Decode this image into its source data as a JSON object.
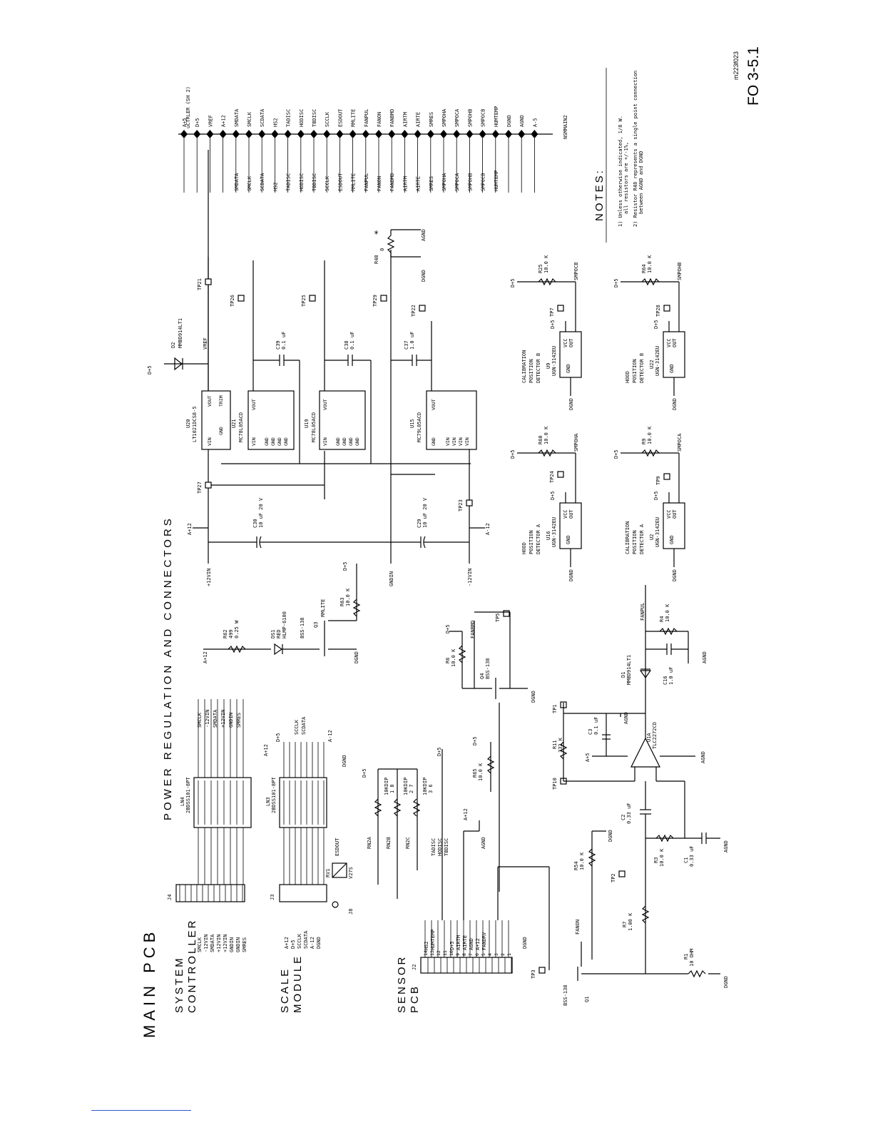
{
  "sheet": {
    "title": "POWER REGULATION AND CONNECTORS",
    "doc_id": "m223f023",
    "figure": "FO 3-5.1"
  },
  "left_titles": {
    "main": "MAIN PCB",
    "system_controller": [
      "SYSTEM",
      "CONTROLLER"
    ],
    "scale_module": [
      "SCALE",
      "MODULE"
    ],
    "sensor_pcb": [
      "SENSOR",
      "PCB"
    ]
  },
  "notes": {
    "heading": "NOTES:",
    "note1a": "1) Unless otherwise indicated,  1/8  W.",
    "note1b": "all resistors are +/-1%,",
    "note2a": "2) Resistor R48 represents a single point connection",
    "note2b": "between AGND and DGND"
  },
  "ctrl_connector": {
    "ref": "uCTRLER (SH 2)",
    "part": "NSMMAIN2",
    "pins": [
      "A+5",
      "D+5",
      "VREF",
      "A+12",
      "SMDATA",
      "SMCLK",
      "SCDATA",
      "HS2",
      "TADISC",
      "HODISC",
      "TBDISC",
      "SCCLK",
      "ESDOUT",
      "RMLITE",
      "FANPUL",
      "FANON",
      "FANBMD",
      "AIRTM",
      "AIRTE",
      "SMRES",
      "SMPOHA",
      "SMPOCA",
      "SMPOHB",
      "SMPOCB",
      "HUMTEMP",
      "DGND",
      "AGND",
      "A-5"
    ]
  },
  "regulators": [
    {
      "ref": "U20",
      "part": "LT1021DCS8-5",
      "pins": [
        "VIN",
        "GND",
        "VOUT",
        "TRIM"
      ]
    },
    {
      "ref": "U21",
      "part": "MC78L05ACD",
      "pins": [
        "VIN",
        "GND",
        "GND",
        "GND",
        "GND",
        "VOUT"
      ]
    },
    {
      "ref": "U19",
      "part": "MC78L05ACD",
      "pins": [
        "VIN",
        "GND",
        "GND",
        "GND",
        "GND",
        "VOUT"
      ]
    },
    {
      "ref": "U15",
      "part": "MC79L05ACD",
      "pins": [
        "VIN",
        "VIN",
        "VIN",
        "VIN",
        "GND",
        "VOUT"
      ]
    }
  ],
  "caps": [
    {
      "ref": "C39",
      "value": "0.1 uF"
    },
    {
      "ref": "C38",
      "value": "0.1 uF"
    },
    {
      "ref": "C37",
      "value": "1.0 uF"
    },
    {
      "ref": "C30",
      "value": "10 uF 20 V"
    },
    {
      "ref": "C29",
      "value": "10 uF 20 V"
    }
  ],
  "rails": {
    "p12": "+12VIN",
    "gnd": "GNDIN",
    "m12": "-12VIN",
    "a12": "A+12",
    "am12": "A-12",
    "vref": "VREF",
    "dp5": "D+5",
    "ap5": "A+5",
    "am5": "A-5",
    "agnd": "AGND",
    "dgnd": "DGND"
  },
  "testpoints": [
    "TP21",
    "TP26",
    "TP25",
    "TP29",
    "TP22",
    "TP27",
    "TP23",
    "TP24",
    "TP7",
    "TP9",
    "TP28",
    "TP5",
    "TP1",
    "TP10",
    "TP2",
    "TP3"
  ],
  "d2": {
    "ref": "D2",
    "part": "MMBD914LT1"
  },
  "r48": {
    "ref": "R48",
    "value": "0",
    "mark": "*"
  },
  "hall": [
    {
      "title": [
        "CALIBRATION",
        "POSITION",
        "DETECTOR B"
      ],
      "ref": "U9",
      "part": "UGN-3142EU",
      "res": "R25",
      "rval": "10.0 K",
      "tp": "TP7",
      "sig": "SMPOCB"
    },
    {
      "title": [
        "HOOD",
        "POSITION",
        "DETECTOR B"
      ],
      "ref": "U22",
      "part": "UGN-3142EU",
      "res": "R64",
      "rval": "10.0 K",
      "tp": "TP28",
      "sig": "SMPOHB"
    },
    {
      "title": [
        "HOOD",
        "POSITION",
        "DETECTOR A"
      ],
      "ref": "U16",
      "part": "UGN-3142EU",
      "res": "R60",
      "rval": "10.0 K",
      "tp": "TP24",
      "sig": "SMPOHA"
    },
    {
      "title": [
        "CALIBRATION",
        "POSITION",
        "DETECTOR A"
      ],
      "ref": "U2",
      "part": "UGN-3142EU",
      "res": "R9",
      "rval": "10.0 K",
      "tp": "TP9",
      "sig": "SMPOCA"
    }
  ],
  "hall_pins": {
    "vcc": "VCC",
    "out": "OUT",
    "gnd": "GND"
  },
  "led_section": {
    "r62": "R62",
    "r62v": "499",
    "r62w": "0.25 W",
    "ds1": "DS1",
    "ds1c": "RED",
    "ds1p": "HLMP-6100",
    "q3": "Q3",
    "q3p": "BSS-138",
    "sig": "RMLITE",
    "r63": "R63",
    "r63v": "10.0 K"
  },
  "fan_section": {
    "r6": "R6",
    "r6v": "10.0 K",
    "q4": "Q4",
    "q4p": "BSS-138",
    "sig": "FANBMD",
    "d1": "D1",
    "d1p": "MMBD914LT1",
    "c16": "C16",
    "c16v": "1.0 uF",
    "r4": "R4",
    "r4v": "10.0 K",
    "fanpul": "FANPUL",
    "u1a": "U1A",
    "u1p": "TLC2272CD",
    "c3": "C3",
    "c3v": "0.1 uF",
    "r11": "R11",
    "r11v": "332 K",
    "c2": "C2",
    "c2v": "0.33 uF",
    "r3": "R3",
    "r3v": "10.0 K",
    "c1": "C1",
    "c1v": "0.33 uF",
    "r7": "R7",
    "r7v": "1.00 K",
    "r1": "R1",
    "r1v": "10 OHM",
    "r54": "R54",
    "r54v": "10.0 K",
    "fanon": "FANON",
    "q1": "Q1",
    "q1p": "BSS-138",
    "r65": "R65",
    "r65v": "10.0 K"
  },
  "ln4": {
    "ref": "LN4",
    "part": "2BDSS101-8PT"
  },
  "ln3": {
    "ref": "LN3",
    "part": "2BDSS101-8PT"
  },
  "j4": {
    "ref": "J4",
    "labels": [
      "SMCLK",
      "-12VIN",
      "SMDATA",
      "+12VIN",
      "+12VIN",
      "GNDIN",
      "GNDIN",
      "SMRES"
    ],
    "right": [
      "SMCLK",
      "-12VIN",
      "SMDATA",
      "+12VIN",
      "GNDIN",
      "SMRES"
    ]
  },
  "j3": {
    "ref": "J3",
    "labels": [
      "A+12",
      "D+5",
      "SCCLK",
      "SCDATA",
      "A-12",
      "DGND"
    ],
    "right": [
      "SCCLK",
      "SCDATA"
    ]
  },
  "rv1": {
    "ref": "RV1",
    "part": "V27S",
    "sig": "ESDOUT"
  },
  "j8": {
    "ref": "J8"
  },
  "j2": {
    "ref": "J2",
    "labels": [
      "HS2",
      "HUMTEMP",
      "",
      "",
      "D+5",
      "AIRTM",
      "AIRTE",
      "AGND",
      "A+12",
      "FANDRV",
      "",
      ""
    ],
    "pins": [
      "14",
      "13",
      "12",
      "11",
      "10",
      "9",
      "8",
      "7",
      "6",
      "5",
      "4",
      "3",
      "2",
      "1"
    ]
  },
  "rn": [
    {
      "ref": "RN2A",
      "part": "10KDIP",
      "pins": "1  8"
    },
    {
      "ref": "RN2B",
      "part": "10KDIP",
      "pins": "2  7"
    },
    {
      "ref": "RN2C",
      "part": "10KDIP",
      "pins": "3  6"
    }
  ],
  "disc": [
    "TADISC",
    "HODISC",
    "TBDISC"
  ]
}
